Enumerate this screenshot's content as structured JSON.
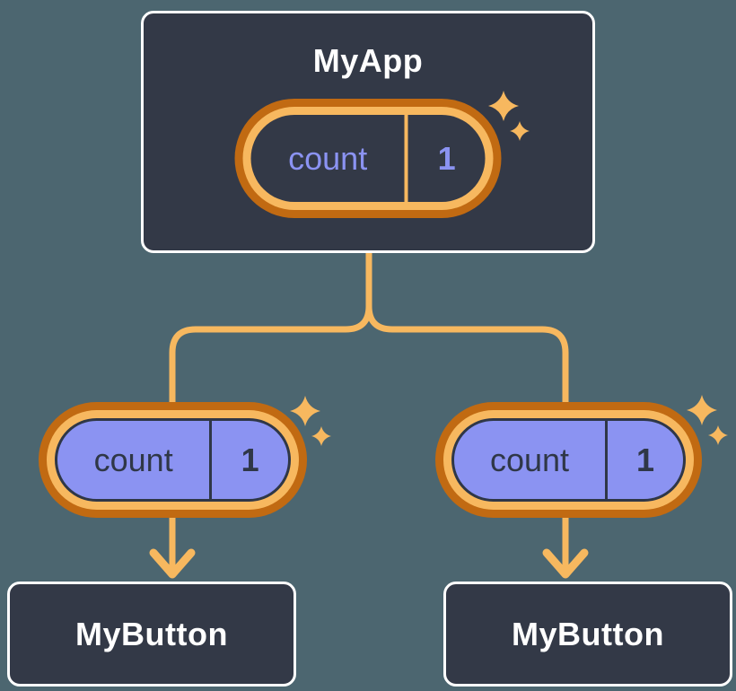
{
  "diagram": {
    "app": {
      "title": "MyApp",
      "state": {
        "name": "count",
        "value": "1"
      }
    },
    "children": [
      {
        "title": "MyButton",
        "state": {
          "name": "count",
          "value": "1"
        }
      },
      {
        "title": "MyButton",
        "state": {
          "name": "count",
          "value": "1"
        }
      }
    ]
  },
  "colors": {
    "bg": "#4C6670",
    "node": "#333947",
    "node-border": "#FFFFFF",
    "orange-light": "#F7B85F",
    "orange-dark": "#C16A12",
    "purple": "#8B93F2",
    "ink": "#2F3747"
  }
}
